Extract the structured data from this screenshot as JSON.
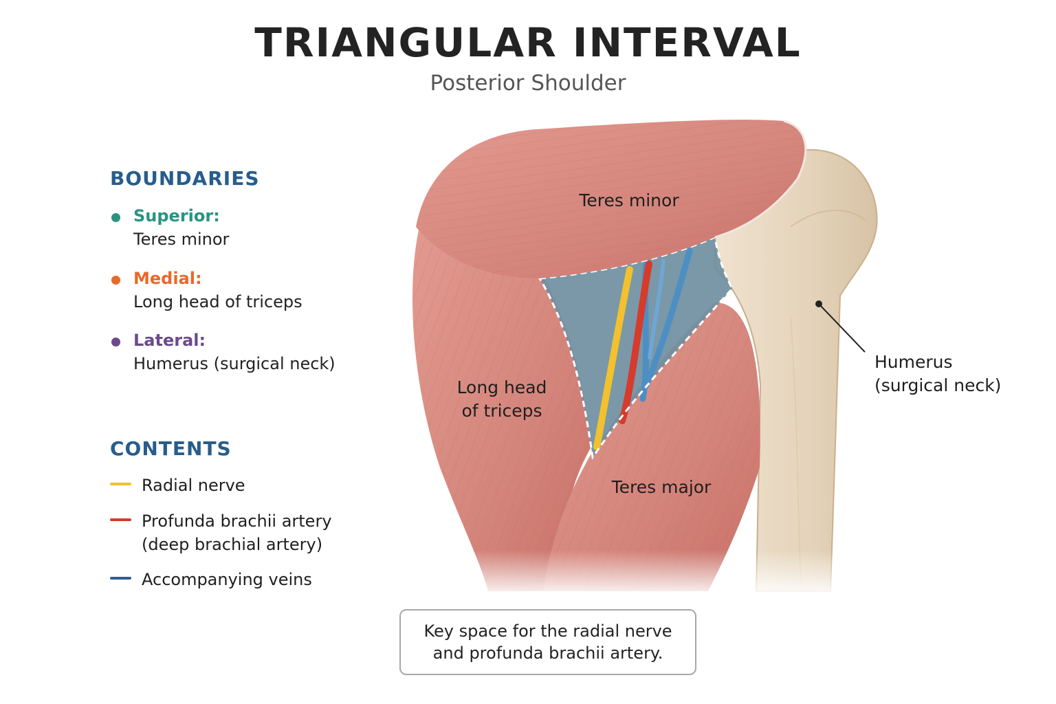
{
  "header": {
    "title": "TRIANGULAR INTERVAL",
    "subtitle": "Posterior Shoulder"
  },
  "boundaries": {
    "heading": "BOUNDARIES",
    "items": [
      {
        "label": "Superior:",
        "value": "Teres minor",
        "color": "#2a9384"
      },
      {
        "label": "Medial:",
        "value": "Long head of triceps",
        "color": "#e8692a"
      },
      {
        "label": "Lateral:",
        "value": "Humerus (surgical neck)",
        "color": "#6a4a8c"
      }
    ]
  },
  "contents": {
    "heading": "CONTENTS",
    "items": [
      {
        "label_line1": "Radial nerve",
        "label_line2": "",
        "color": "#f2c12e"
      },
      {
        "label_line1": "Profunda brachii artery",
        "label_line2": "(deep brachial artery)",
        "color": "#d63b2c"
      },
      {
        "label_line1": "Accompanying veins",
        "label_line2": "",
        "color": "#2f5d8f"
      }
    ]
  },
  "diagram": {
    "labels": {
      "teres_minor": "Teres minor",
      "long_head_line1": "Long head",
      "long_head_line2": "of triceps",
      "teres_major": "Teres major",
      "humerus_line1": "Humerus",
      "humerus_line2": "(surgical neck)"
    },
    "colors": {
      "muscle": "#d98a80",
      "muscle_dark": "#b8605a",
      "bone": "#e6d6bf",
      "interval_fill": "#6f8fa1",
      "nerve": "#f2c12e",
      "artery": "#d63b2c",
      "vein": "#4d8fc4"
    }
  },
  "note": {
    "line1": "Key space for the radial nerve",
    "line2": "and profunda brachii artery."
  }
}
